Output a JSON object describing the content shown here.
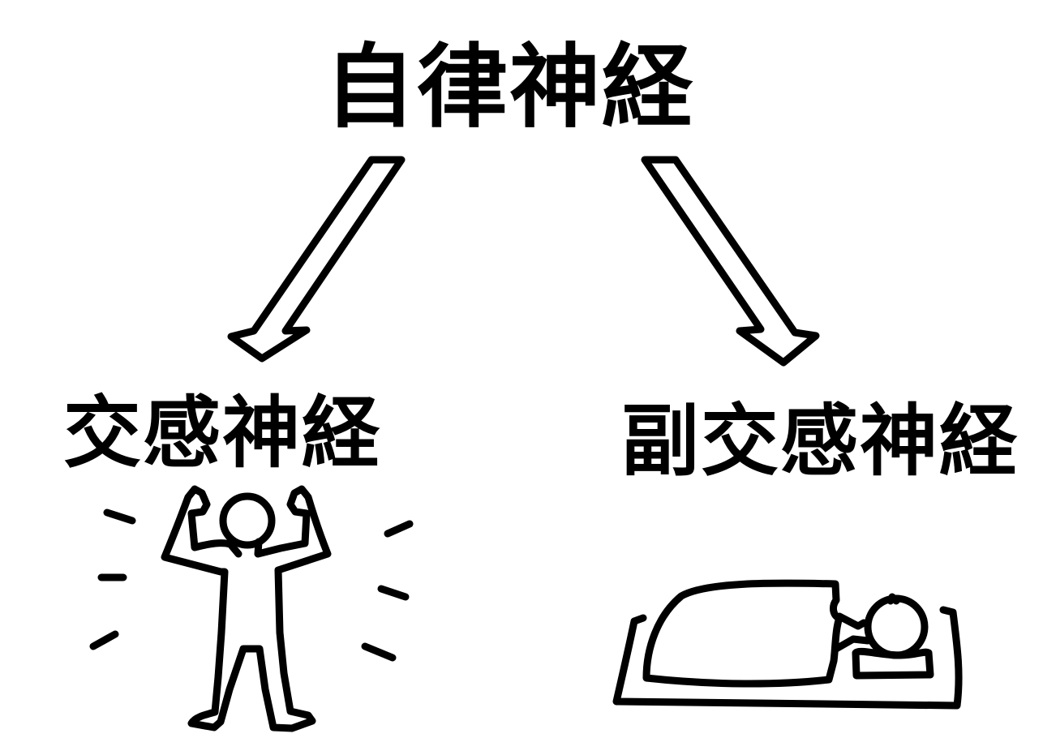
{
  "diagram": {
    "title": "自律神経",
    "branches": [
      {
        "label": "交感神経",
        "illustration": "flexing-person-icon",
        "position": "left"
      },
      {
        "label": "副交感神経",
        "illustration": "sleeping-person-in-bed-icon",
        "position": "right"
      }
    ],
    "arrows": [
      {
        "from": "自律神経",
        "to": "交感神経",
        "direction": "down-left"
      },
      {
        "from": "自律神経",
        "to": "副交感神経",
        "direction": "down-right"
      }
    ],
    "colors": {
      "background": "#ffffff",
      "ink": "#000000"
    }
  }
}
